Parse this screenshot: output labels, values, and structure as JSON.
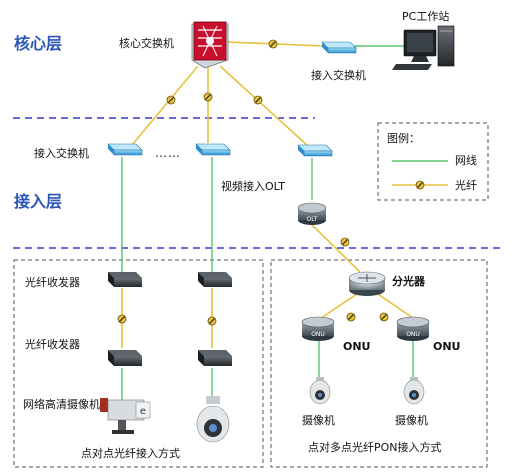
{
  "layers": {
    "core": "核心层",
    "access": "接入层"
  },
  "devices": {
    "core_switch": "核心交换机",
    "pc_station": "PC工作站",
    "access_switch_top": "接入交换机",
    "access_switch_left": "接入交换机",
    "ellipsis": "……",
    "video_olt": "视频接入OLT",
    "olt_icon_label": "OLT",
    "fiber_transceiver_1": "光纤收发器",
    "fiber_transceiver_2": "光纤收发器",
    "hd_camera": "网络高清摄像机",
    "splitter": "分光器",
    "onu_label": "ONU",
    "onu_icon_label": "ONU",
    "camera_label": "摄像机"
  },
  "legend": {
    "title": "图例：",
    "items": [
      {
        "label": "网线",
        "color": "#5cc46e",
        "type": "cable"
      },
      {
        "label": "光纤",
        "color": "#e8c23c",
        "type": "fiber"
      }
    ]
  },
  "sections": {
    "p2p": "点对点光纤接入方式",
    "p2mp": "点对多点光纤PON接入方式"
  },
  "colors": {
    "layer_text": "#2b56b8",
    "divider": "#3a3ad0",
    "cable": "#5cc46e",
    "fiber": "#e8c23c",
    "switch": "#3aa7e0"
  }
}
